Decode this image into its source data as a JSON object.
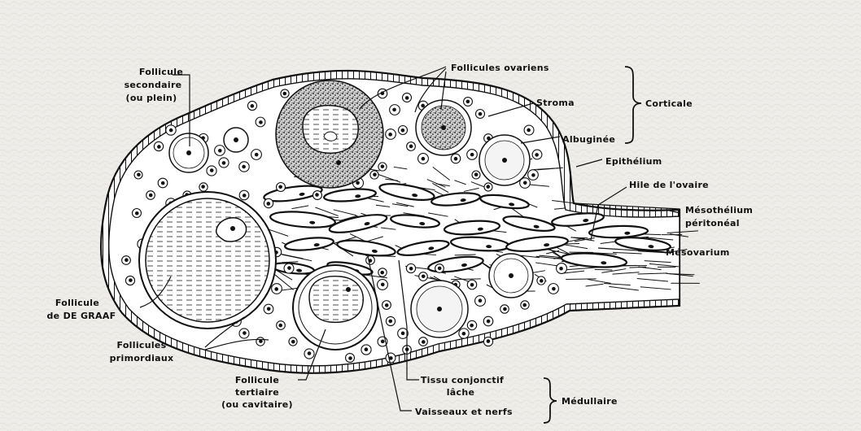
{
  "labels": {
    "follicule_secondaire": [
      "Follicule",
      "secondaire",
      "(ou plein)"
    ],
    "follicules_ovariens": "Follicules ovariens",
    "stroma": "Stroma",
    "corticale": "Corticale",
    "albuginee": "Albuginée",
    "epithelium": "Epithélium",
    "hile": "Hile de l'ovaire",
    "mesothelium": [
      "Mésothélium",
      "péritonéal"
    ],
    "mesovarium": "Mésovarium",
    "follicule_graaf": [
      "Follicule",
      "de DE GRAAF"
    ],
    "follicules_primordiaux": [
      "Follicules",
      "primordiaux"
    ],
    "follicule_tertiaire": [
      "Follicule",
      "tertiaire",
      "(ou cavitaire)"
    ],
    "tissu_conjonctif": [
      "Tissu conjonctif",
      "lâche"
    ],
    "medullaire": "Médullaire",
    "vaisseaux": "Vaisseaux et nerfs"
  },
  "colors": {
    "paper": "#f1efec",
    "ink": "#111111",
    "cell_fill": "#ffffff"
  }
}
